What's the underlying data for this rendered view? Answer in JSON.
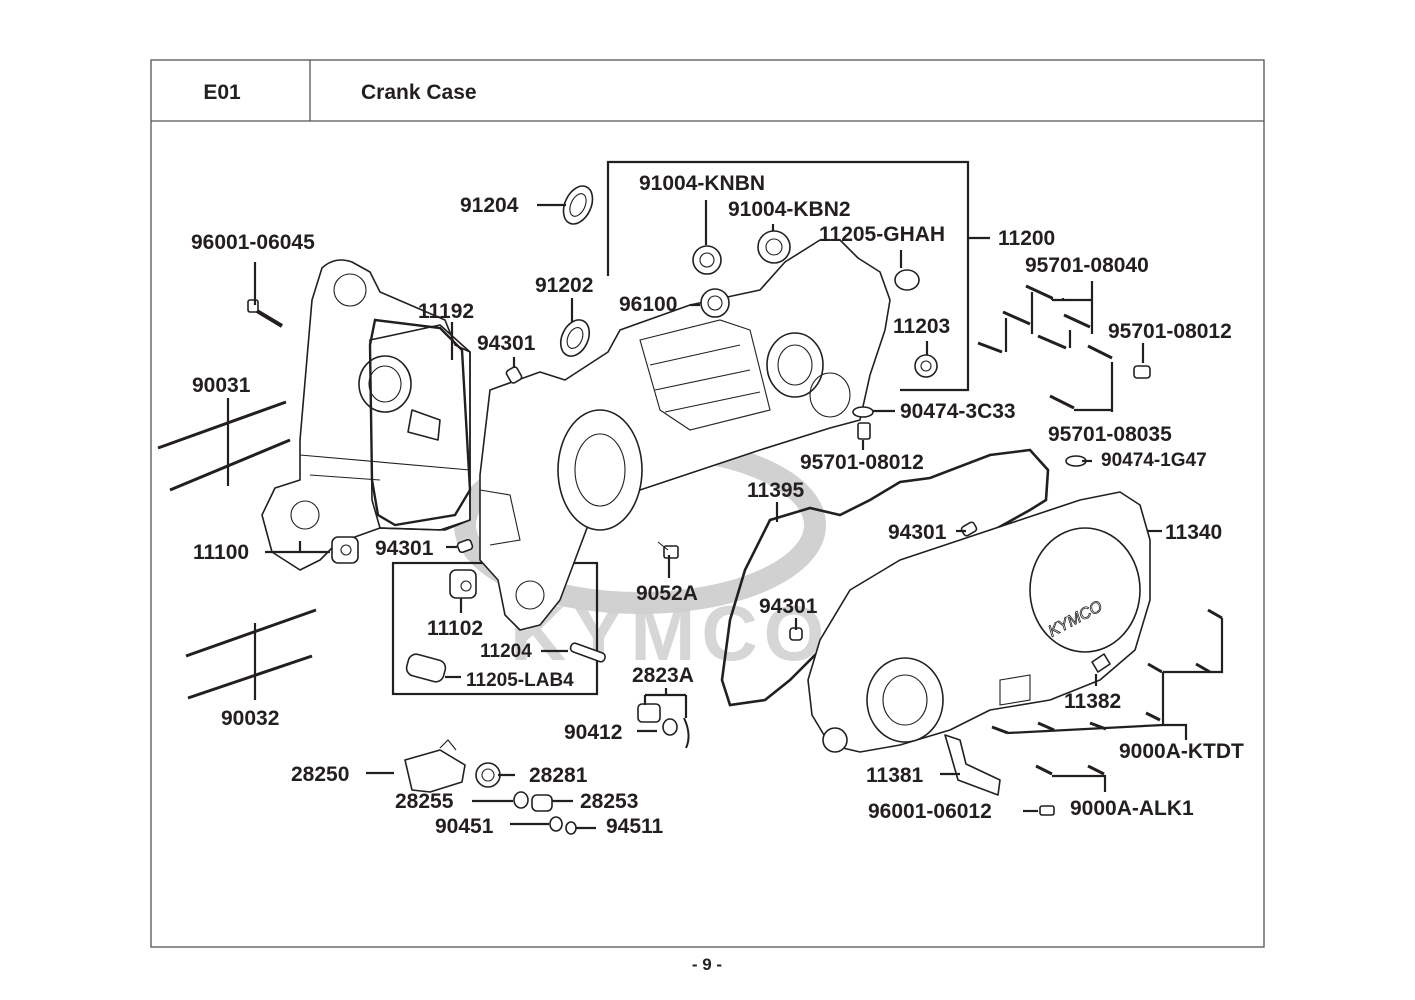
{
  "header": {
    "section_code": "E01",
    "section_title": "Crank Case"
  },
  "watermark": "KYMCO",
  "cover_brand": "KYMCO",
  "page_number": "- 9 -",
  "parts": {
    "p91204": "91204",
    "p96001_06045": "96001-06045",
    "p91202": "91202",
    "p11192": "11192",
    "p94301_a": "94301",
    "p90031": "90031",
    "p11100": "11100",
    "p94301_b": "94301",
    "p11102": "11102",
    "p11204": "11204",
    "p11205_lab4": "11205-LAB4",
    "p90032": "90032",
    "p91004_knbn": "91004-KNBN",
    "p91004_kbn2": "91004-KBN2",
    "p11205_ghah": "11205-GHAH",
    "p11200": "11200",
    "p96100": "96100",
    "p11203": "11203",
    "p95701_08040": "95701-08040",
    "p95701_08012_a": "95701-08012",
    "p90474_3c33": "90474-3C33",
    "p95701_08012_b": "95701-08012",
    "p95701_08035": "95701-08035",
    "p90474_1g47": "90474-1G47",
    "p11395": "11395",
    "p94301_c": "94301",
    "p11340": "11340",
    "p9052a": "9052A",
    "p94301_d": "94301",
    "p2823a": "2823A",
    "p90412": "90412",
    "p11382": "11382",
    "p9000a_ktdt": "9000A-KTDT",
    "p28250": "28250",
    "p28281": "28281",
    "p28255": "28255",
    "p28253": "28253",
    "p90451": "90451",
    "p94511": "94511",
    "p11381": "11381",
    "p96001_06012": "96001-06012",
    "p9000a_alk1": "9000A-ALK1"
  }
}
